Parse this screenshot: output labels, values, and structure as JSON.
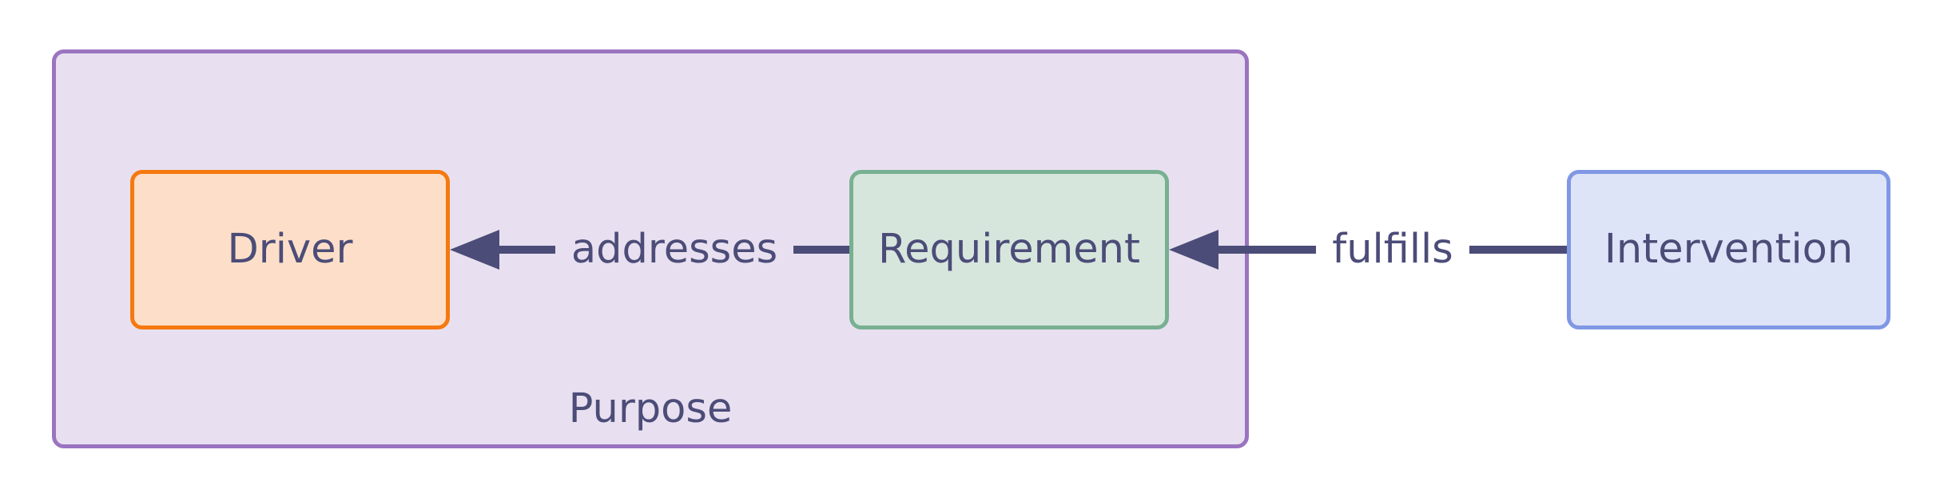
{
  "diagram": {
    "cluster": {
      "label": "Purpose"
    },
    "nodes": {
      "driver": {
        "label": "Driver"
      },
      "requirement": {
        "label": "Requirement"
      },
      "intervention": {
        "label": "Intervention"
      }
    },
    "edges": {
      "addresses": {
        "label": "addresses",
        "from": "Requirement",
        "to": "Driver"
      },
      "fulfills": {
        "label": "fulfills",
        "from": "Intervention",
        "to": "Requirement"
      }
    },
    "colors": {
      "canvas_bg": "#ffffff",
      "text": "#4C4C78",
      "edge": "#4C4C78",
      "cluster_border": "#9B74C0",
      "cluster_fill": "#E8E0F0",
      "driver_border": "#F5790F",
      "driver_fill": "#FDDFC9",
      "requirement_border": "#78B092",
      "requirement_fill": "#D6E6DD",
      "intervention_border": "#8098E4",
      "intervention_fill": "#DEE4F8"
    }
  }
}
